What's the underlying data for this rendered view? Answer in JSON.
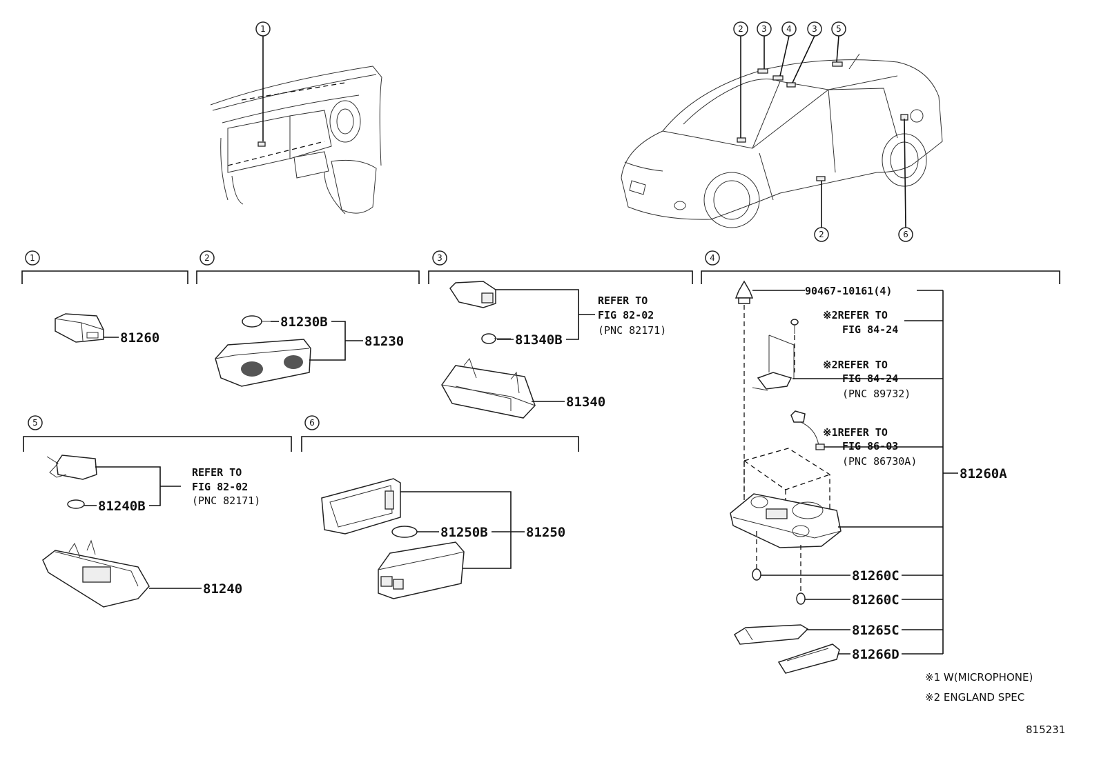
{
  "callouts": [
    "1",
    "2",
    "3",
    "4",
    "5",
    "6"
  ],
  "parts": {
    "p81260": "81260",
    "p81230B": "81230B",
    "p81230": "81230",
    "p81340B": "81340B",
    "p81340": "81340",
    "p81240B": "81240B",
    "p81240": "81240",
    "p81250B": "81250B",
    "p81250": "81250",
    "p90467": "90467-10161(4)",
    "p81260A": "81260A",
    "p81260C_a": "81260C",
    "p81260C_b": "81260C",
    "p81265C": "81265C",
    "p81266D": "81266D"
  },
  "refs": {
    "s3": [
      "REFER TO",
      "FIG 82-02",
      "(PNC 82171)"
    ],
    "s5": [
      "REFER TO",
      "FIG 82-02",
      "(PNC 82171)"
    ],
    "s4a": [
      "※2REFER TO",
      "FIG 84-24"
    ],
    "s4b": [
      "※2REFER TO",
      "FIG 84-24",
      "(PNC 89732)"
    ],
    "s4c": [
      "※1REFER TO",
      "FIG 86-03",
      "(PNC 86730A)"
    ]
  },
  "notes": {
    "n1": "※1  W(MICROPHONE)",
    "n2": "※2  ENGLAND SPEC"
  },
  "figure_id": "815231"
}
